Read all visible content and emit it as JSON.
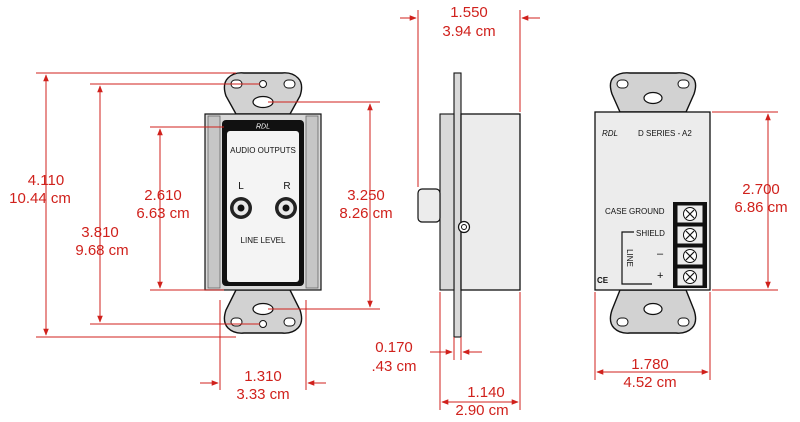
{
  "palette": {
    "dimension": "#d0211c",
    "line": "#111111",
    "plate": "#d2d2d2",
    "panel": "#ececec"
  },
  "front_view": {
    "brand": "RDL",
    "top_label": "AUDIO OUTPUTS",
    "jack_left": "L",
    "jack_right": "R",
    "bottom_label": "LINE LEVEL"
  },
  "rear_view": {
    "brand": "RDL",
    "model": "D SERIES - A2",
    "case_ground": "CASE GROUND",
    "shield": "SHIELD",
    "line": "LINE",
    "minus": "–",
    "plus": "+",
    "ce_mark": "CE"
  },
  "dimensions": {
    "overall_height": {
      "in": "4.110",
      "cm": "10.44 cm"
    },
    "mount_height": {
      "in": "3.810",
      "cm": "9.68 cm"
    },
    "panel_height": {
      "in": "2.610",
      "cm": "6.63 cm"
    },
    "body_height": {
      "in": "3.250",
      "cm": "8.26 cm"
    },
    "depth": {
      "in": "1.550",
      "cm": "3.94 cm"
    },
    "front_width": {
      "in": "1.310",
      "cm": "3.33 cm"
    },
    "plate_thickness": {
      "in": "0.170",
      "cm": ".43 cm"
    },
    "body_depth": {
      "in": "1.140",
      "cm": "2.90 cm"
    },
    "rear_height": {
      "in": "2.700",
      "cm": "6.86 cm"
    },
    "rear_width": {
      "in": "1.780",
      "cm": "4.52 cm"
    }
  }
}
